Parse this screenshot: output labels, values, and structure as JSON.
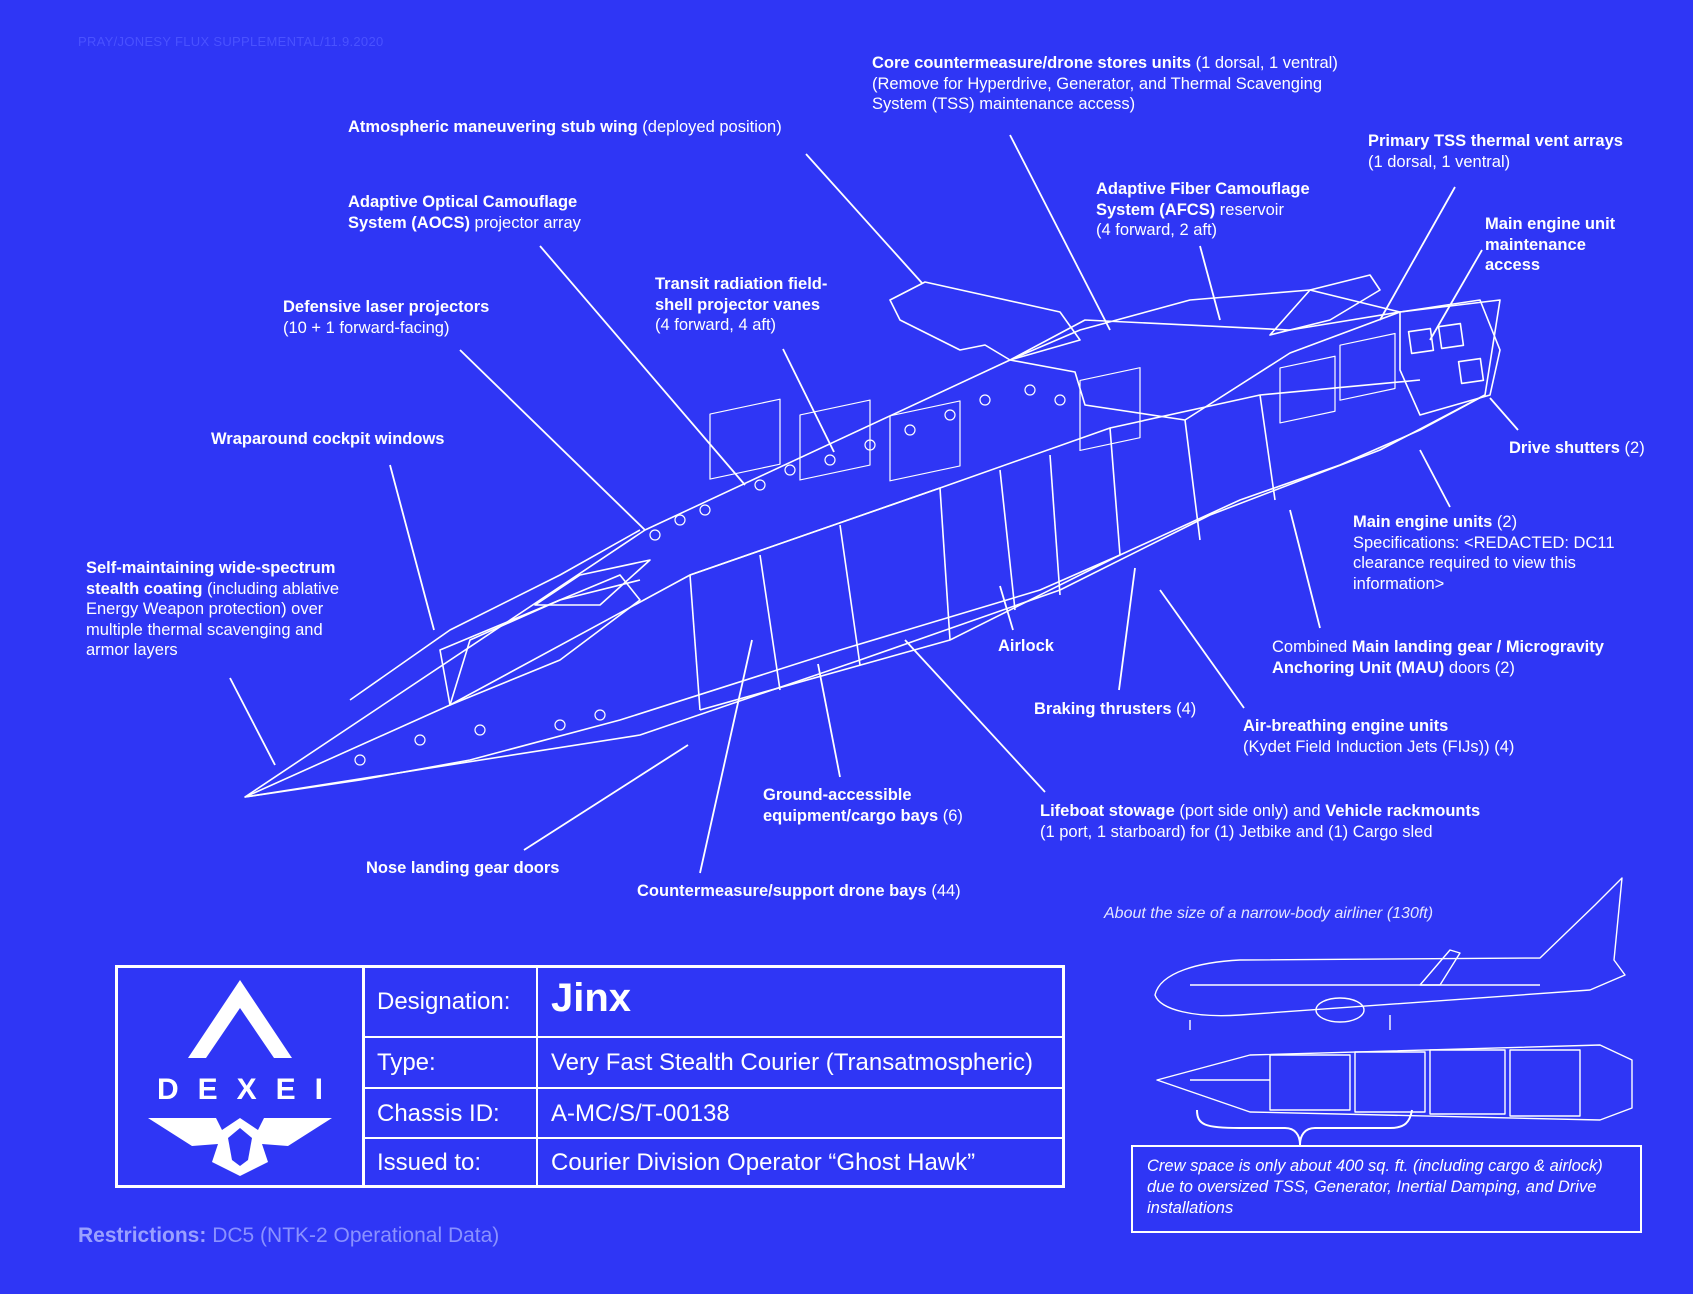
{
  "watermark": "PRAY/JONESY FLUX SUPPLEMENTAL/11.9.2020",
  "callouts": {
    "stub_wing": {
      "b": "Atmospheric maneuvering stub wing",
      "t": " (deployed position)"
    },
    "aocs": {
      "b1": "Adaptive Optical Camouflage",
      "b2": "System (AOCS)",
      "t2": " projector array"
    },
    "lasers": {
      "b": "Defensive laser projectors",
      "t": "(10 + 1 forward-facing)"
    },
    "cockpit": {
      "b": "Wraparound  cockpit windows"
    },
    "stealth": {
      "b1": "Self-maintaining wide-spectrum",
      "b2": "stealth coating",
      "t2": " (including ablative",
      "t3": "Energy Weapon protection) over",
      "t4": "multiple thermal scavenging and",
      "t5": "armor layers"
    },
    "vanes": {
      "b1": "Transit radiation field-",
      "b2": "shell projector vanes",
      "t3": "(4 forward, 4 aft)"
    },
    "core": {
      "b": "Core countermeasure/drone stores units",
      "t": " (1 dorsal, 1 ventral)",
      "t2": "(Remove for Hyperdrive, Generator, and Thermal Scavenging",
      "t3": "System (TSS) maintenance access)"
    },
    "afcs": {
      "b1": "Adaptive Fiber Camouflage",
      "b2": "System (AFCS)",
      "t2": " reservoir",
      "t3": "(4 forward, 2 aft)"
    },
    "tss": {
      "b": "Primary TSS thermal vent arrays",
      "t": "(1 dorsal, 1 ventral)"
    },
    "maint": {
      "b1": "Main engine unit",
      "b2": "maintenance",
      "b3": "access"
    },
    "shutters": {
      "b": "Drive shutters",
      "t": " (2)"
    },
    "engines": {
      "b": "Main engine units",
      "t": "  (2)",
      "t2": "Specifications: <REDACTED: DC11",
      "t3": "clearance required to view this",
      "t4": "information>"
    },
    "landing": {
      "t": "Combined ",
      "b": "Main landing gear / Microgravity",
      "b2": "Anchoring Unit (MAU)",
      "t2": " doors (2)"
    },
    "airlock": {
      "b": "Airlock"
    },
    "braking": {
      "b": "Braking thrusters",
      "t": " (4)"
    },
    "fij": {
      "b": "Air-breathing engine units",
      "t": "(Kydet Field Induction Jets (FIJs))  (4)"
    },
    "lifeboat": {
      "b": "Lifeboat stowage",
      "t": " (port side only)  and ",
      "b2": "Vehicle rackmounts",
      "t2": "(1  port, 1 starboard) for (1)  Jetbike and (1)  Cargo sled"
    },
    "cargo": {
      "b1": "Ground-accessible",
      "b2": "equipment/cargo bays",
      "t2": " (6)"
    },
    "nose_gear": {
      "b": "Nose landing gear doors"
    },
    "drone_bays": {
      "b": "Countermeasure/support  drone bays",
      "t": " (44)"
    }
  },
  "titleblock": {
    "logo_text": "DEXEI",
    "rows": [
      {
        "label": "Designation:",
        "value": "Jinx"
      },
      {
        "label": "Type:",
        "value": "Very Fast Stealth Courier (Transatmospheric)"
      },
      {
        "label": "Chassis ID:",
        "value": "A-MC/S/T-00138"
      },
      {
        "label": "Issued to:",
        "value": "Courier Division Operator “Ghost Hawk”"
      }
    ]
  },
  "restrictions": {
    "label": "Restrictions:",
    "value": "DC5 (NTK-2 Operational  Data)"
  },
  "scale": {
    "caption": "About the size of a narrow-body airliner (130ft)",
    "crew_note": "Crew space is only  about 400 sq. ft. (including cargo & airlock)  due to oversized TSS, Generator, Inertial Damping, and Drive installations"
  },
  "colors": {
    "background": "#2f36f5",
    "line": "#ffffff",
    "muted": "#8a91ff"
  }
}
